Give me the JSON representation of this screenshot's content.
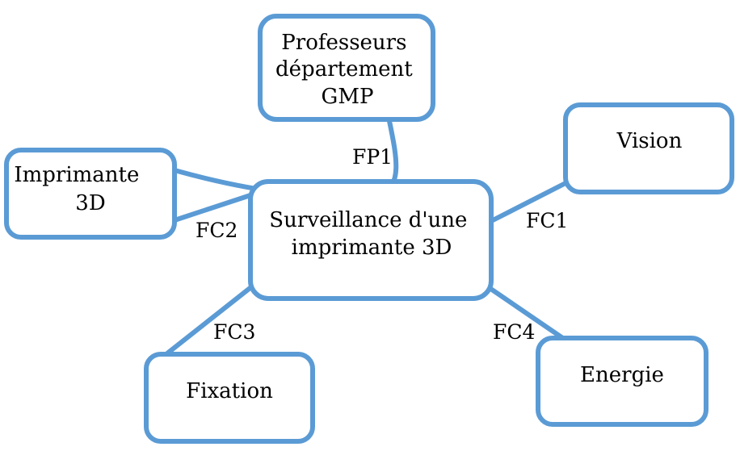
{
  "colors": {
    "stroke": "#5b9bd5",
    "text": "#000000",
    "background": "#ffffff"
  },
  "nodes": {
    "center": [
      "Surveillance d'une",
      "imprimante 3D"
    ],
    "professeurs": [
      "Professeurs",
      "département",
      "GMP"
    ],
    "vision": [
      "Vision"
    ],
    "imprimante": [
      "Imprimante",
      "3D"
    ],
    "fixation": [
      "Fixation"
    ],
    "energie": [
      "Energie"
    ]
  },
  "links": {
    "fp1": "FP1",
    "fc1": "FC1",
    "fc2": "FC2",
    "fc3": "FC3",
    "fc4": "FC4"
  }
}
